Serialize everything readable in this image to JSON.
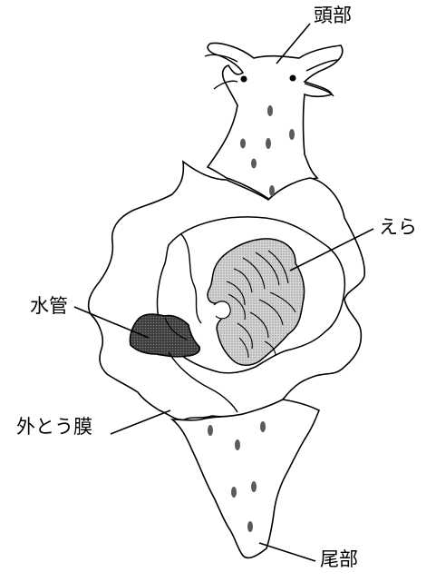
{
  "labels": {
    "head": "頭部",
    "gill": "えら",
    "siphon": "水管",
    "mantle": "外とう膜",
    "tail": "尾部"
  },
  "colors": {
    "outline": "#000000",
    "body_fill": "#ffffff",
    "gill_fill": "#c4c4c4",
    "siphon_fill": "#4a4a4a",
    "spot_fill": "#5a5a5a"
  }
}
